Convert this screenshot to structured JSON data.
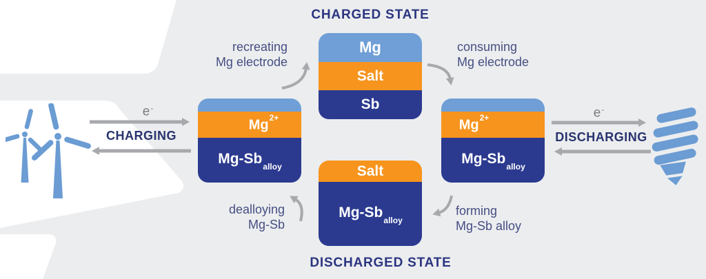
{
  "states": {
    "charged_title": "CHARGED STATE",
    "discharged_title": "DISCHARGED STATE"
  },
  "charging": {
    "electron_base": "e",
    "electron_sup": "-",
    "label": "CHARGING"
  },
  "discharging": {
    "electron_base": "e",
    "electron_sup": "-",
    "label": "DISCHARGING"
  },
  "cells": {
    "charged": {
      "mg": "Mg",
      "salt": "Salt",
      "sb": "Sb"
    },
    "charging_cell": {
      "ion_base": "Mg",
      "ion_sup": "2+",
      "alloy_base": "Mg-Sb",
      "alloy_sub": "alloy"
    },
    "discharging_cell": {
      "ion_base": "Mg",
      "ion_sup": "2+",
      "alloy_base": "Mg-Sb",
      "alloy_sub": "alloy"
    },
    "discharged": {
      "salt": "Salt",
      "alloy_base": "Mg-Sb",
      "alloy_sub": "alloy"
    }
  },
  "annotations": {
    "recreating": {
      "line1": "recreating",
      "line2": "Mg electrode"
    },
    "consuming": {
      "line1": "consuming",
      "line2": "Mg electrode"
    },
    "dealloying": {
      "line1": "dealloying",
      "line2": "Mg-Sb"
    },
    "forming": {
      "line1": "forming",
      "line2": "Mg-Sb alloy"
    }
  },
  "icons": {
    "left": "wind-turbines-icon",
    "right": "cfl-bulb-icon"
  },
  "colors": {
    "background": "#ecedef",
    "ribbon_white": "#ffffff",
    "cell_navy": "#2b3a8f",
    "cell_orange": "#f7941e",
    "cell_light_blue": "#6f9fd6",
    "title_navy": "#2b3580",
    "annotation_blue": "#454f82",
    "arrow_gray": "#a7a9ac",
    "cell_arrow_gray": "#b3b5b8",
    "electron_gray": "#797b7e"
  }
}
